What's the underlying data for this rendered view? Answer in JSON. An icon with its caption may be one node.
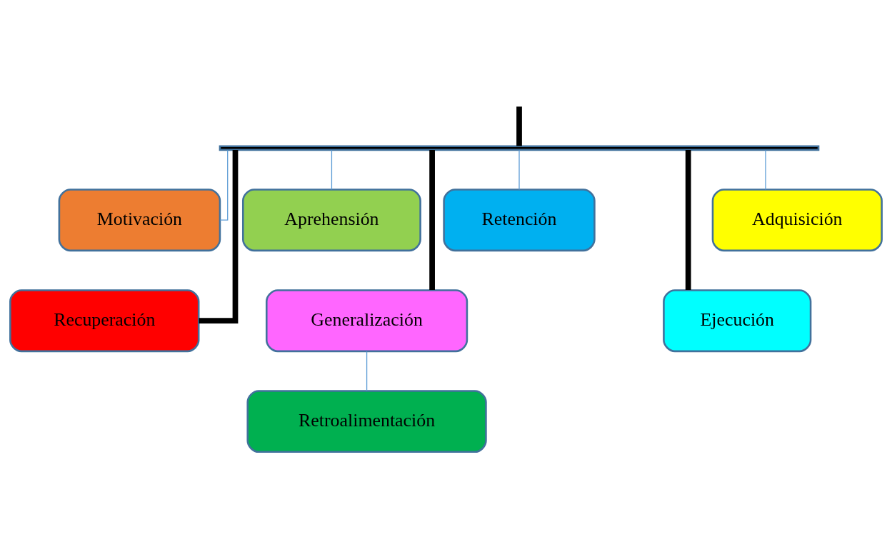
{
  "diagram": {
    "nodes": [
      {
        "text": [],
        "shape": "bar"
      },
      {
        "text": [
          "Motivación"
        ]
      },
      {
        "text": [
          "Aprehensión"
        ]
      },
      {
        "text": [
          "Adquisición"
        ]
      },
      {
        "text": [
          "Retención"
        ]
      },
      {
        "text": [
          "Recuperación"
        ]
      },
      {
        "text": [
          "Generalización"
        ]
      },
      {
        "text": [
          "Ejecución"
        ]
      },
      {
        "text": [
          "Retroalimentación"
        ]
      }
    ],
    "edges": [
      {
        "from": null,
        "to": 0,
        "arrow": "none",
        "style": "thick",
        "color": "#000000"
      },
      {
        "from": 0,
        "to": 1,
        "arrow": "none"
      },
      {
        "from": 0,
        "to": 5,
        "arrow": "none",
        "style": "thick",
        "color": "#000000"
      },
      {
        "from": 0,
        "to": 2,
        "arrow": "none"
      },
      {
        "from": 0,
        "to": 6,
        "arrow": "none",
        "style": "thick",
        "color": "#000000"
      },
      {
        "from": 0,
        "to": 3,
        "arrow": "none"
      },
      {
        "from": 0,
        "to": 7,
        "arrow": "none",
        "style": "thick",
        "color": "#000000"
      },
      {
        "from": 0,
        "to": 4,
        "arrow": "none"
      },
      {
        "from": 6,
        "to": 8,
        "arrow": "none"
      }
    ]
  }
}
